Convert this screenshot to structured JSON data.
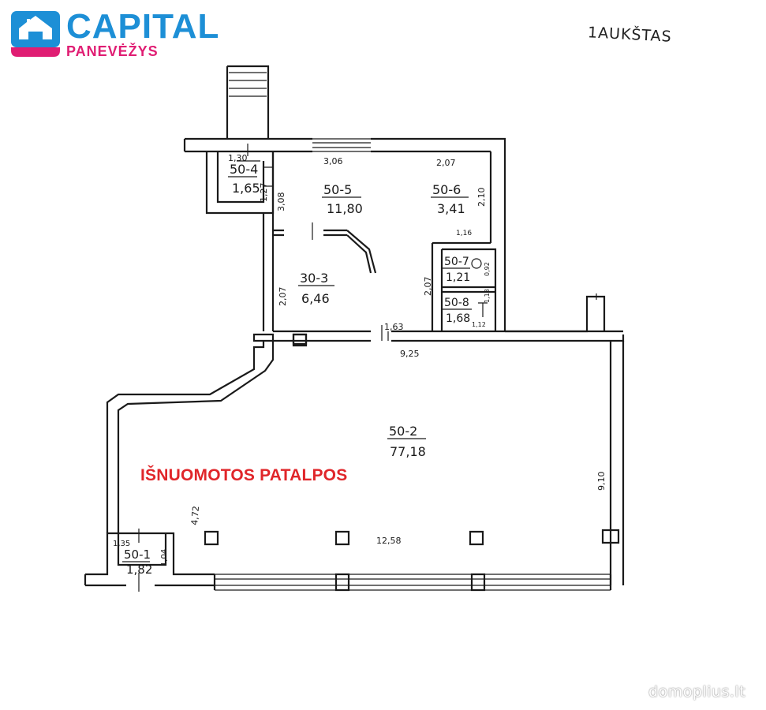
{
  "logo": {
    "title": "CAPITAL",
    "subtitle": "PANEVĖŽYS",
    "colors": {
      "blue": "#1d8fd6",
      "pink": "#e01d73"
    }
  },
  "floor_label": "1AUKŠTAS",
  "rented_label": "IŠNUOMOTOS PATALPOS",
  "rented_color": "#e0262a",
  "watermark": "domoplius.lt",
  "rooms": [
    {
      "id": "50-1",
      "area": "1,82"
    },
    {
      "id": "50-2",
      "area": "77,18"
    },
    {
      "id": "30-3",
      "area": "6,46"
    },
    {
      "id": "50-4",
      "area": "1,65"
    },
    {
      "id": "50-5",
      "area": "11,80"
    },
    {
      "id": "50-6",
      "area": "3,41"
    },
    {
      "id": "50-7",
      "area": "1,21"
    },
    {
      "id": "50-8",
      "area": "1,68"
    }
  ],
  "dimensions": [
    "1,30",
    "1,27",
    "3,06",
    "3,08",
    "2,07",
    "2,10",
    "1,16",
    "2,07",
    "2,07",
    "1,63",
    "9,25",
    "9,10",
    "12,58",
    "4,72",
    "1,35",
    "1,04",
    "0,92",
    "1,12",
    "1,18"
  ]
}
